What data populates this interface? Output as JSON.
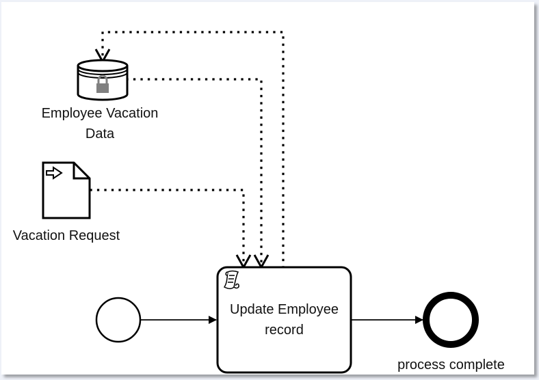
{
  "diagram": {
    "type": "BPMN process",
    "elements": {
      "data_store": {
        "label": "Employee Vacation Data",
        "label_line1": "Employee Vacation",
        "label_line2": "Data",
        "icon": "lock-icon"
      },
      "data_input": {
        "label": "Vacation Request",
        "icon": "input-arrow-icon"
      },
      "start_event": {
        "label": ""
      },
      "task": {
        "label": "Update Employee record",
        "label_line1": "Update Employee",
        "label_line2": "record",
        "task_type": "script-task",
        "icon": "script-icon"
      },
      "end_event": {
        "label": "process complete"
      }
    },
    "connections": [
      {
        "from": "start_event",
        "to": "task",
        "type": "sequence-flow"
      },
      {
        "from": "task",
        "to": "end_event",
        "type": "sequence-flow"
      },
      {
        "from": "data_input",
        "to": "task",
        "type": "data-association"
      },
      {
        "from": "data_store",
        "to": "task",
        "type": "data-association"
      },
      {
        "from": "task",
        "to": "data_store",
        "type": "data-association"
      }
    ],
    "colors": {
      "stroke": "#000000",
      "lock": "#808080",
      "background": "#ffffff"
    }
  }
}
